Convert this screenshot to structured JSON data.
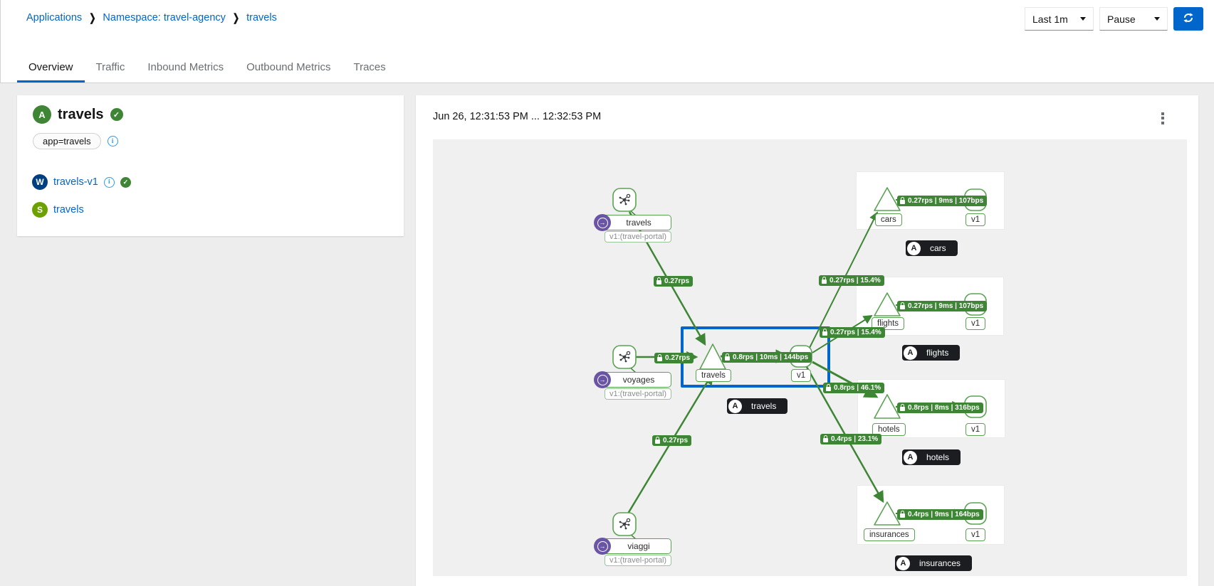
{
  "breadcrumb": {
    "items": [
      "Applications",
      "Namespace: travel-agency",
      "travels"
    ]
  },
  "toolbar": {
    "duration": "Last 1m",
    "refresh_mode": "Pause"
  },
  "tabs": {
    "active": "Overview",
    "items": [
      "Overview",
      "Traffic",
      "Inbound Metrics",
      "Outbound Metrics",
      "Traces"
    ]
  },
  "app_panel": {
    "badge": "A",
    "title": "travels",
    "label": "app=travels",
    "workload": {
      "badge": "W",
      "name": "travels-v1"
    },
    "service": {
      "badge": "S",
      "name": "travels"
    }
  },
  "graph_panel": {
    "time_range": "Jun 26, 12:31:53 PM ... 12:32:53 PM",
    "sources": {
      "travels": {
        "name": "travels",
        "version": "v1:(travel-portal)"
      },
      "voyages": {
        "name": "voyages",
        "version": "v1:(travel-portal)"
      },
      "viaggi": {
        "name": "viaggi",
        "version": "v1:(travel-portal)"
      }
    },
    "nodes": {
      "center_service": "travels",
      "center_workload": "v1",
      "cars_service": "cars",
      "cars_workload": "v1",
      "flights_service": "flights",
      "flights_workload": "v1",
      "hotels_service": "hotels",
      "hotels_workload": "v1",
      "insurances_service": "insurances",
      "insurances_workload": "v1"
    },
    "group_badges": {
      "letter": "A",
      "cars": "cars",
      "flights": "flights",
      "travels": "travels",
      "hotels": "hotels",
      "insurances": "insurances"
    },
    "edges": {
      "src_travels": "0.27rps",
      "src_voyages": "0.27rps",
      "src_viaggi": "0.27rps",
      "center": "0.8rps | 10ms | 144bps",
      "to_cars": "0.27rps | 15.4%",
      "to_flights": "0.27rps | 15.4%",
      "to_hotels": "0.8rps | 46.1%",
      "to_insurances": "0.4rps | 23.1%",
      "cars_internal": "0.27rps | 9ms | 107bps",
      "flights_internal": "0.27rps | 9ms | 107bps",
      "hotels_internal": "0.8rps | 8ms | 316bps",
      "insurances_internal": "0.4rps | 9ms | 164bps"
    }
  },
  "colors": {
    "accent": "#0066cc",
    "healthy_green": "#3e8635",
    "selection_blue": "#0066cc",
    "app_badge_dark": "#1b1d21"
  }
}
